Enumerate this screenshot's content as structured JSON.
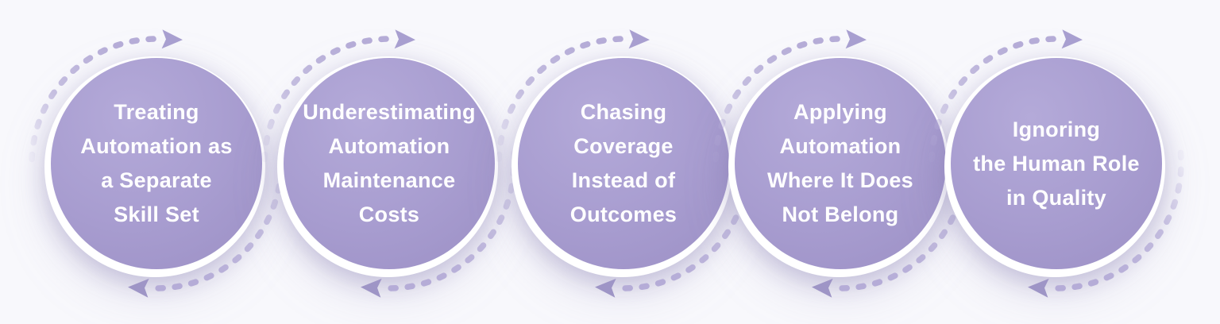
{
  "diagram": {
    "type": "process-mistakes-infographic",
    "background_color": "#f8f8fc",
    "palette": {
      "circle_fill_light": "#b4aad9",
      "circle_fill": "#a89dd0",
      "circle_fill_dark": "#9d91c6",
      "ring": "#ffffff",
      "dash": "#b5acd7",
      "arrow_top": "#a89fd0",
      "arrow_bottom": "#9e95c6",
      "text": "#ffffff",
      "shadow": "#847ab0"
    },
    "icons": {
      "top_arrow": "arrowhead-right-icon",
      "bottom_arrow": "arrowhead-left-icon"
    }
  },
  "items": [
    {
      "id": 1,
      "label": "Treating\nAutomation as\na Separate\nSkill Set"
    },
    {
      "id": 2,
      "label": "Underestimating\nAutomation\nMaintenance\nCosts"
    },
    {
      "id": 3,
      "label": "Chasing\nCoverage\nInstead of\nOutcomes"
    },
    {
      "id": 4,
      "label": "Applying\nAutomation\nWhere It Does\nNot Belong"
    },
    {
      "id": 5,
      "label": "Ignoring\nthe Human Role\nin Quality"
    }
  ]
}
